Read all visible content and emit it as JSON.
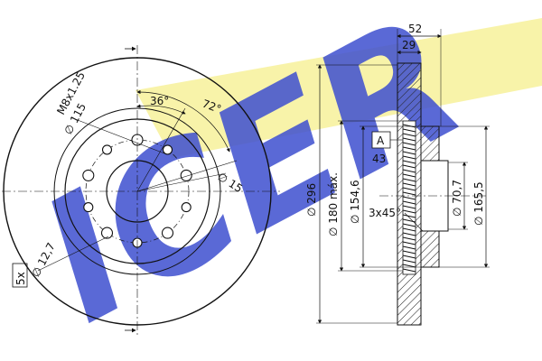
{
  "watermark": {
    "text": "ICER",
    "color_blue": "#3e4fd0",
    "color_yellow": "#f7f2a0"
  },
  "front_view": {
    "bolt_count_label": "5x",
    "bolt_hole_dia": "∅ 12,7",
    "thread": "M8x1.25",
    "pcd": "∅ 115",
    "angle_small": "36°",
    "angle_large": "72°",
    "center_dia": "∅ 15"
  },
  "side_view": {
    "total_width": "52",
    "disc_thickness": "29",
    "datum_label": "A",
    "height_offset": "43",
    "outer_dia": "∅ 296",
    "max_dia": "∅ 180 máx.",
    "hat_dia": "∅ 154,6",
    "chamfer": "3x45°",
    "bore_dia": "∅ 70,7",
    "hub_dia": "∅ 165,5"
  }
}
